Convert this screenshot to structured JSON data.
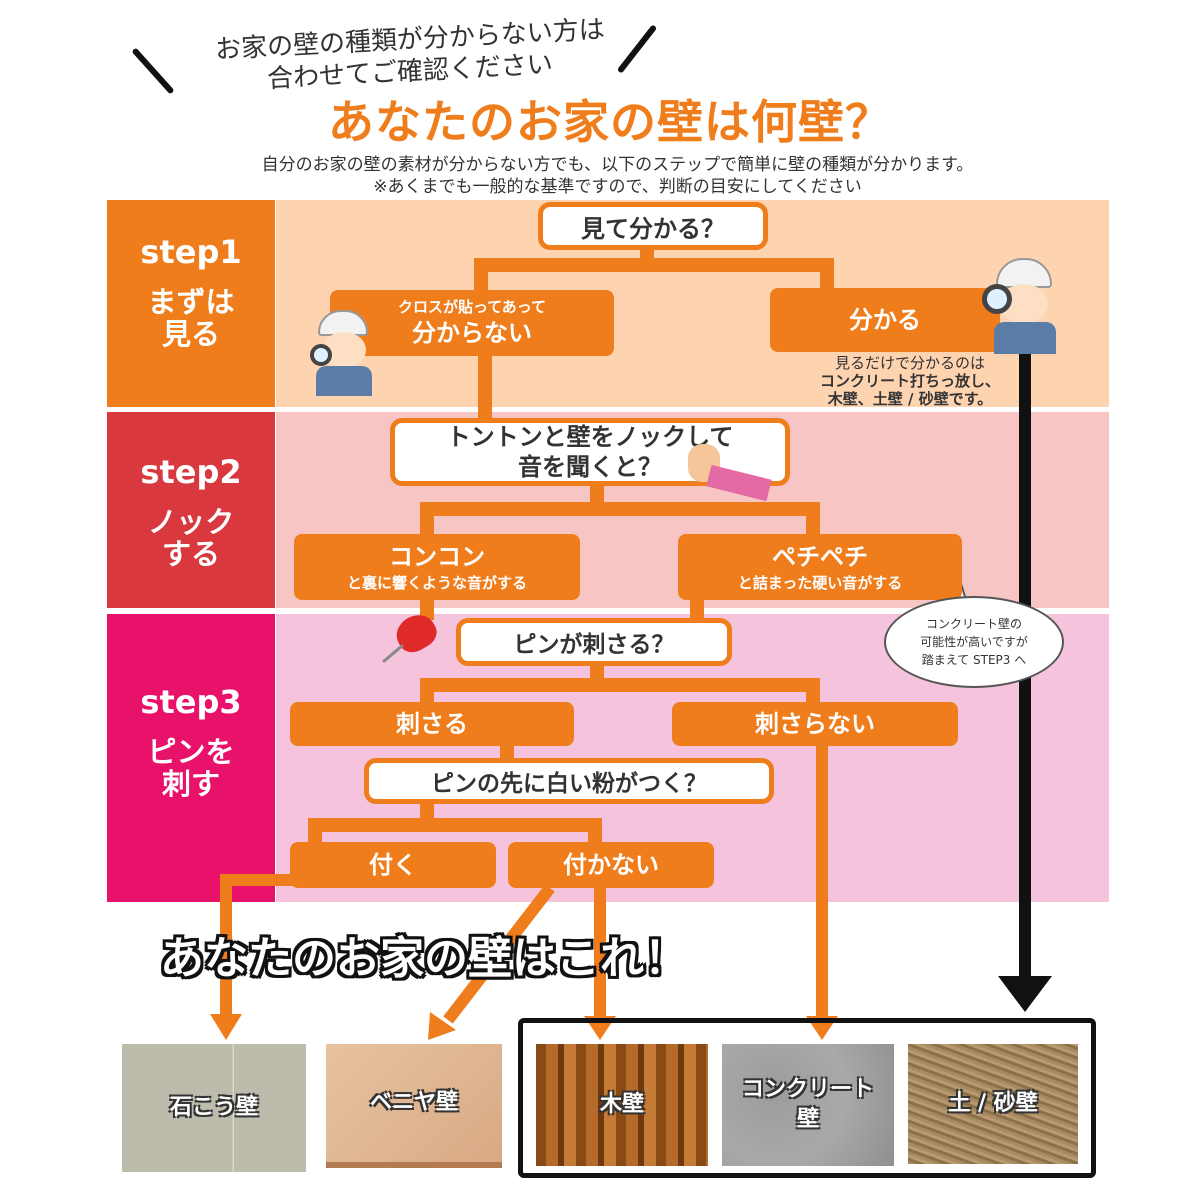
{
  "header": {
    "sub_line1": "お家の壁の種類が分からない方は",
    "sub_line2": "合わせてご確認ください",
    "title": "あなたのお家の壁は何壁？",
    "desc_line1": "自分のお家の壁の素材が分からない方でも、以下のステップで簡単に壁の種類が分かります。",
    "desc_line2": "※あくまでも一般的な基準ですので、判断の目安にしてください"
  },
  "steps": [
    {
      "name": "step1",
      "label": "まずは\n見る",
      "bg": "#f07d1c",
      "panel": "#fdd3b0"
    },
    {
      "name": "step2",
      "label": "ノック\nする",
      "bg": "#d9383f",
      "panel": "#f8c5c5"
    },
    {
      "name": "step3",
      "label": "ピンを\n刺す",
      "bg": "#e9126a",
      "panel": "#f5c3dc"
    }
  ],
  "flow": {
    "q1": "見て分かる？",
    "a1_left_sub": "クロスが貼ってあって",
    "a1_left": "分からない",
    "a1_right": "分かる",
    "note_line1": "見るだけで分かるのは",
    "note_line2": "コンクリート打ちっ放し、",
    "note_line3": "木壁、土壁 / 砂壁です。",
    "q2_line1": "トントンと壁をノックして",
    "q2_line2": "音を聞くと？",
    "a2_left": "コンコン",
    "a2_left_sub": "と裏に響くような音がする",
    "a2_right": "ペチペチ",
    "a2_right_sub": "と詰まった硬い音がする",
    "bubble": "コンクリート壁の\n可能性が高いですが\n踏まえて STEP3 へ",
    "q3": "ピンが刺さる？",
    "a3_left": "刺さる",
    "a3_right": "刺さらない",
    "q4": "ピンの先に白い粉がつく？",
    "a4_left": "付く",
    "a4_right": "付かない"
  },
  "result": {
    "title": "あなたのお家の壁はこれ！",
    "walls": [
      {
        "name": "gypsum",
        "label": "石こう壁"
      },
      {
        "name": "veneer",
        "label": "ベニヤ壁"
      },
      {
        "name": "wood",
        "label": "木壁"
      },
      {
        "name": "concrete",
        "label": "コンクリート\n壁"
      },
      {
        "name": "soil",
        "label": "土 / 砂壁"
      }
    ]
  },
  "colors": {
    "accent": "#f07d1c",
    "step1": "#f07d1c",
    "step2": "#d9383f",
    "step3": "#e9126a",
    "arrow_black": "#111111"
  }
}
